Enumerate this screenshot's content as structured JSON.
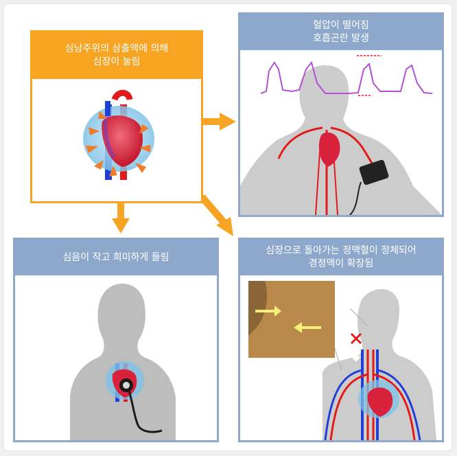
{
  "panels": {
    "main": {
      "title_line1": "심낭주위의 삼출액에 의해",
      "title_line2": "심장이 눌림"
    },
    "blood_pressure": {
      "title_line1": "혈압이 떨어짐",
      "title_line2": "호흡곤란 발생"
    },
    "heart_sound": {
      "title": "심음이 작고 희미하게 들림"
    },
    "jugular": {
      "title_line1": "심장으로 돌아가는 정맥혈이 정체되어",
      "title_line2": "경정맥이 확장됨"
    }
  },
  "colors": {
    "orange": "#f7a423",
    "blue_header": "#8ea8cc",
    "artery": "#e21a1a",
    "vein": "#1f3fd6",
    "pulse_line": "#b34fd8"
  }
}
